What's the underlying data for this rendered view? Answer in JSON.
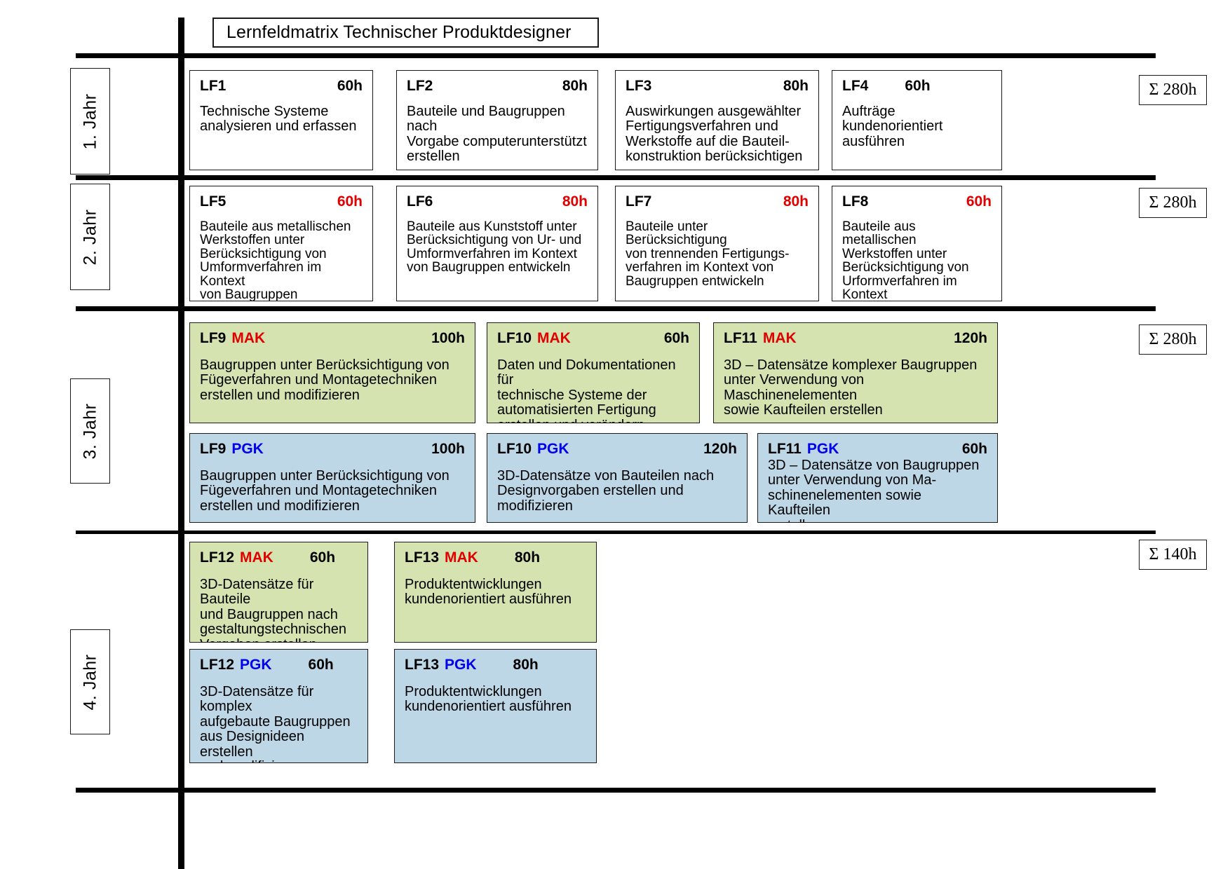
{
  "title": {
    "text": "Lernfeldmatrix Technischer Produktdesigner"
  },
  "years": [
    {
      "label": "1.  Jahr",
      "sum": "Σ 280h"
    },
    {
      "label": "2.  Jahr",
      "sum": "Σ 280h"
    },
    {
      "label": "3.  Jahr",
      "sum": "Σ 280h"
    },
    {
      "label": "4.  Jahr",
      "sum": "Σ 140h"
    }
  ],
  "cards": {
    "lf1": {
      "code": "LF1",
      "tag": "",
      "hours": "60h",
      "text": "Technische Systeme\nanalysieren und erfassen"
    },
    "lf2": {
      "code": "LF2",
      "tag": "",
      "hours": "80h",
      "text": "Bauteile und Baugruppen nach\nVorgabe computerunterstützt\nerstellen"
    },
    "lf3": {
      "code": "LF3",
      "tag": "",
      "hours": "80h",
      "text": "Auswirkungen ausgewählter\nFertigungsverfahren und\nWerkstoffe auf die Bauteil-\nkonstruktion berücksichtigen"
    },
    "lf4": {
      "code": "LF4",
      "tag": "",
      "hours": "60h",
      "text": "Aufträge\nkundenorientiert\nausführen"
    },
    "lf5": {
      "code": "LF5",
      "tag": "",
      "hours": "60h",
      "text": "Bauteile aus metallischen\nWerkstoffen unter\nBerücksichtigung von\nUmformverfahren im Kontext\nvon Baugruppen entwickeln"
    },
    "lf6": {
      "code": "LF6",
      "tag": "",
      "hours": "80h",
      "text": "Bauteile aus Kunststoff unter\nBerücksichtigung von Ur- und\nUmformverfahren im Kontext\nvon Baugruppen entwickeln"
    },
    "lf7": {
      "code": "LF7",
      "tag": "",
      "hours": "80h",
      "text": "Bauteile unter Berücksichtigung\nvon trennenden Fertigungs-\nverfahren im Kontext von\nBaugruppen entwickeln"
    },
    "lf8": {
      "code": "LF8",
      "tag": "",
      "hours": "60h",
      "text": "Bauteile aus metallischen\nWerkstoffen unter\nBerücksichtigung von\nUrformverfahren im Kontext\nvon Baugruppen entwickeln"
    },
    "lf9mak": {
      "code": "LF9",
      "tag": "MAK",
      "hours": "100h",
      "text": "Baugruppen unter Berücksichtigung von\nFügeverfahren und Montagetechniken\nerstellen und modifizieren"
    },
    "lf10mak": {
      "code": "LF10",
      "tag": "MAK",
      "hours": "60h",
      "text": "Daten und Dokumentationen für\ntechnische Systeme der\nautomatisierten Fertigung\nerstellen und verändern"
    },
    "lf11mak": {
      "code": "LF11",
      "tag": "MAK",
      "hours": "120h",
      "text": "3D – Datensätze komplexer Baugruppen\nunter Verwendung von Maschinenelementen\nsowie Kaufteilen erstellen"
    },
    "lf9pgk": {
      "code": "LF9",
      "tag": "PGK",
      "hours": "100h",
      "text": "Baugruppen unter Berücksichtigung von\nFügeverfahren und Montagetechniken\nerstellen und modifizieren"
    },
    "lf10pgk": {
      "code": "LF10",
      "tag": "PGK",
      "hours": "120h",
      "text": "3D-Datensätze von Bauteilen nach\nDesignvorgaben erstellen und\nmodifizieren"
    },
    "lf11pgk": {
      "code": "LF11",
      "tag": "PGK",
      "hours": "60h",
      "text": "3D – Datensätze von Baugruppen\nunter Verwendung von Ma-\nschinenelementen sowie Kaufteilen\nerstellen"
    },
    "lf12mak": {
      "code": "LF12",
      "tag": "MAK",
      "hours": "60h",
      "text": "3D-Datensätze für Bauteile\nund Baugruppen nach\ngestaltungstechnischen\nVorgaben erstellen"
    },
    "lf13mak": {
      "code": "LF13",
      "tag": "MAK",
      "hours": "80h",
      "text": "Produktentwicklungen\nkundenorientiert ausführen"
    },
    "lf12pgk": {
      "code": "LF12",
      "tag": "PGK",
      "hours": "60h",
      "text": "3D-Datensätze für komplex\naufgebaute Baugruppen\naus Designideen erstellen\nund modifizieren"
    },
    "lf13pgk": {
      "code": "LF13",
      "tag": "PGK",
      "hours": "80h",
      "text": "Produktentwicklungen\nkundenorientiert ausführen"
    }
  },
  "colors": {
    "mak_tag": "#e00000",
    "pgk_tag": "#0000ee",
    "hours_red": "#e00000",
    "green_card": "#d4e3b0",
    "blue_card": "#bdd7e7"
  }
}
